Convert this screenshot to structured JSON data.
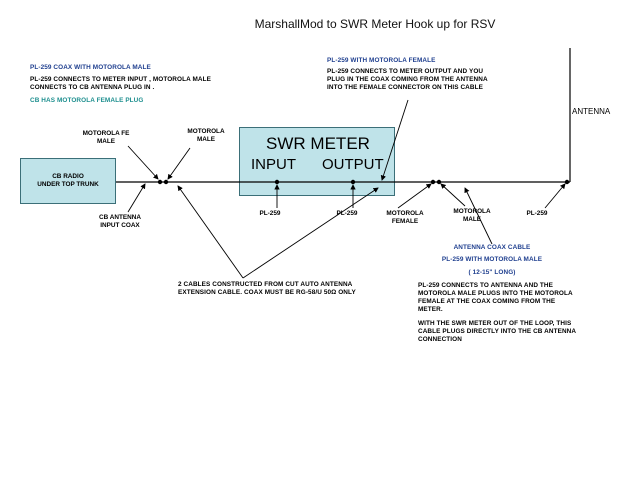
{
  "title": "MarshallMod to SWR Meter Hook up for RSV",
  "left_notes": {
    "heading": "PL-259 COAX WITH MOTOROLA MALE",
    "body": "PL-259 CONNECTS TO METER INPUT , MOTOROLA MALE CONNECTS TO CB ANTENNA PLUG IN .",
    "cb_note": "CB HAS MOTOROLA FEMALE PLUG"
  },
  "top_notes": {
    "heading": "PL-259 WITH MOTOROLA FEMALE",
    "body": "PL-259 CONNECTS TO METER OUTPUT AND YOU PLUG IN THE COAX COMING FROM THE ANTENNA INTO THE FEMALE CONNECTOR ON THIS CABLE"
  },
  "cb_radio": {
    "line1": "CB RADIO",
    "line2": "UNDER TOP TRUNK"
  },
  "swr_meter": {
    "title": "SWR METER",
    "input": "INPUT",
    "output": "OUTPUT"
  },
  "labels": {
    "moto_female_left": "MOTOROLA FE MALE",
    "moto_male_left": "MOTOROLA MALE",
    "cb_antenna_coax": "CB ANTENNA INPUT COAX",
    "pl259_input": "PL-259",
    "pl259_output": "PL-259",
    "moto_female_right": "MOTOROLA FEMALE",
    "moto_male_right": "MOTOROLA MALE",
    "pl259_antenna": "PL-259",
    "antenna": "ANTENNA"
  },
  "cable_note": "2 CABLES CONSTRUCTED FROM CUT AUTO ANTENNA EXTENSION CABLE. COAX MUST BE RG-58/U 50Ω ONLY",
  "antenna_cable": {
    "heading": "ANTENNA COAX CABLE",
    "sub": "PL-259 WITH MOTOROLA MALE",
    "length": "( 12-15\" LONG)",
    "body1": "PL-259 CONNECTS TO ANTENNA AND THE MOTOROLA MALE PLUGS INTO THE MOTOROLA FEMALE AT THE COAX COMING FROM THE METER.",
    "body2": "WITH THE SWR METER OUT OF THE LOOP, THIS CABLE PLUGS DIRECTLY INTO THE CB ANTENNA CONNECTION"
  },
  "colors": {
    "box_fill": "#bfe3e9",
    "blue_text": "#1f3f8f",
    "teal_text": "#1e8f8f"
  }
}
